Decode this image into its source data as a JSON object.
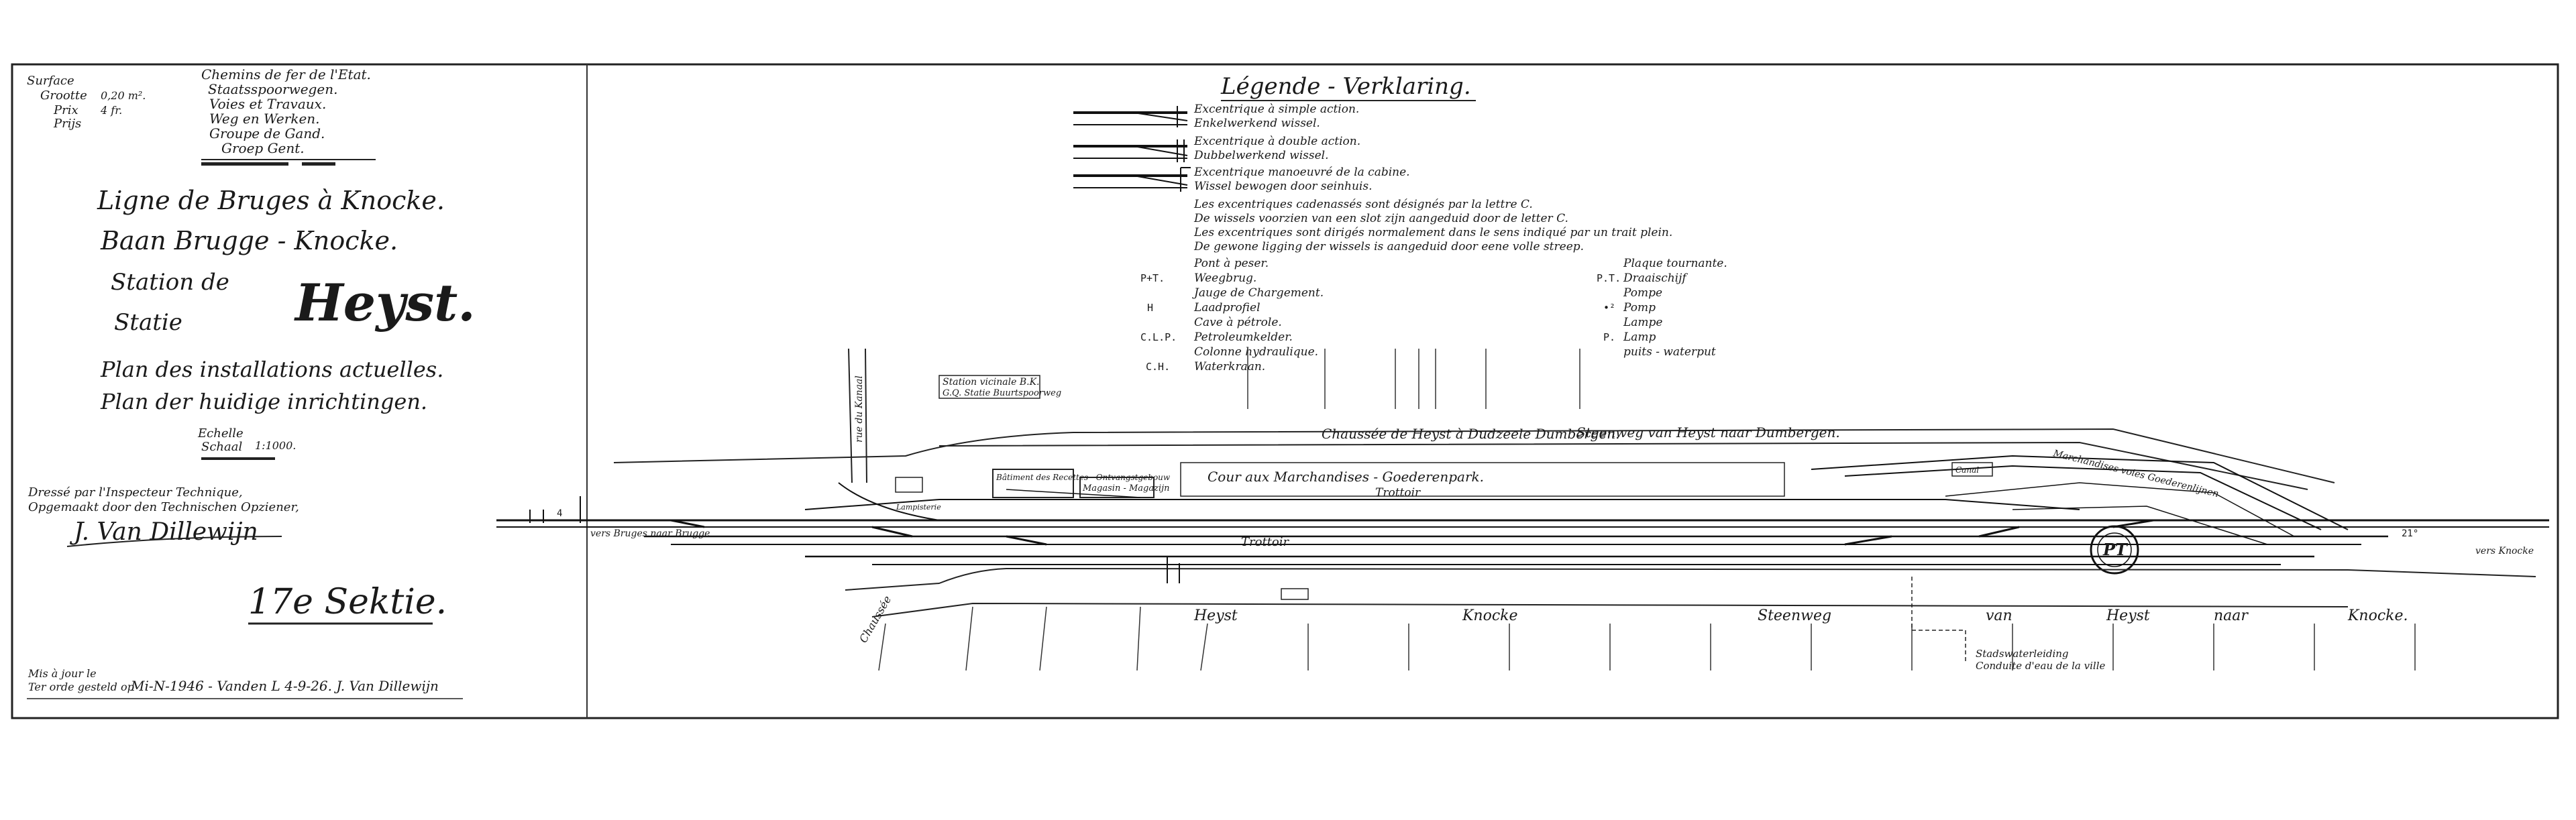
{
  "title_block": {
    "field_labels": [
      "Surface",
      "Grootte",
      "Prix",
      "Prijs"
    ],
    "field_values": [
      "0,20 m².",
      "",
      "4 fr.",
      ""
    ],
    "administration": [
      "Chemins de fer de l'Etat.",
      "Staatsspoorwegen.",
      "Voies et Travaux.",
      "Weg en Werken.",
      "Groupe de Gand.",
      "Groep Gent."
    ],
    "line_fr": "Ligne de Bruges à Knocke.",
    "line_nl": "Baan Brugge - Knocke.",
    "station_fr": "Station de",
    "station_nl": "Statie",
    "station_name": "Heyst.",
    "plan_fr": "Plan des installations actuelles.",
    "plan_nl": "Plan der huidige inrichtingen.",
    "scale_fr": "Echelle",
    "scale_nl": "Schaal",
    "scale_value": "1:1000.",
    "drawn_fr": "Dressé par l'Inspecteur Technique,",
    "drawn_nl": "Opgemaakt door den Technischen Opziener,",
    "signature": "J. Van Dillewijn",
    "section": "17e Sektie.",
    "update_fr": "Mis à jour le",
    "update_nl": "Ter orde gesteld op",
    "update_value": "Mi-N-1946 - Vanden L 4-9-26. J. Van Dillewijn"
  },
  "legend": {
    "title": "Légende - Verklaring.",
    "entries": [
      "Excentrique à simple action.",
      "Enkelwerkend wissel.",
      "Excentrique à double action.",
      "Dubbelwerkend wissel.",
      "Excentrique manoeuvré de la cabine.",
      "Wissel bewogen door seinhuis.",
      "Les excentriques cadenassés sont désignés par la lettre C.",
      "De wissels voorzien van een slot zijn aangeduid door de letter C.",
      "Les excentriques sont dirigés normalement dans le sens indiqué par un trait plein.",
      "De gewone ligging der wissels is aangeduid door eene volle streep."
    ],
    "abbrev": [
      {
        "code": "",
        "fr": "Pont à peser.",
        "nl": "Weegbrug.",
        "code2": "",
        "fr2": "Plaque tournante.",
        "nl2": "Draaischijf"
      },
      {
        "code": "P+T.",
        "fr": "Jauge de Chargement.",
        "nl": "Laadprofiel",
        "code2": "P.T.",
        "fr2": "Pompe",
        "nl2": "Pomp"
      },
      {
        "code": "H",
        "fr": "Cave à pétrole.",
        "nl": "Petroleumkelder.",
        "code2": "•²",
        "fr2": "Lampe",
        "nl2": "Lamp"
      },
      {
        "code": "C.L.P.",
        "fr": "Colonne hydraulique.",
        "nl": "Waterkraan.",
        "code2": "P.",
        "fr2": "puits - waterput",
        "nl2": ""
      },
      {
        "code": "C.H.",
        "fr": "",
        "nl": "",
        "code2": "",
        "fr2": "",
        "nl2": ""
      }
    ]
  },
  "map_labels": {
    "station_vicinal": "Station vicinale B.K.",
    "station_vicinal_nl": "G.Q. Statie Buurtspoorweg",
    "road_top_fr": "Chaussée de Heyst à Dudzeele Dumbergen.",
    "road_top_nl": "Steenweg van Heyst naar Dumbergen.",
    "road_bottom_parts": [
      "Heyst",
      "Knocke",
      "Steenweg",
      "van",
      "Heyst",
      "naar",
      "Knocke."
    ],
    "cour": "Cour aux Marchandises - Goederenpark.",
    "trottoir_top": "Trottoir",
    "trottoir_mid": "Trottoir",
    "batiment": "Bâtiment des Recettes - Ontvangstgebouw",
    "magasin": "Magasin - Magazijn",
    "lampisterie": "Lampisterie",
    "canal": "Canal",
    "water": "Stadswaterleiding",
    "water_fr": "Conduite d'eau de la ville",
    "to_bruges": "vers Bruges naar Brugge",
    "to_knocke": "vers Knocke",
    "rue": "rue du Kanaal",
    "chaussee_left": "Chaussée",
    "cable": "Marchandises voies Goederenlijnen",
    "pt_label": "PT",
    "km_left": "4",
    "km_right": "21°"
  }
}
